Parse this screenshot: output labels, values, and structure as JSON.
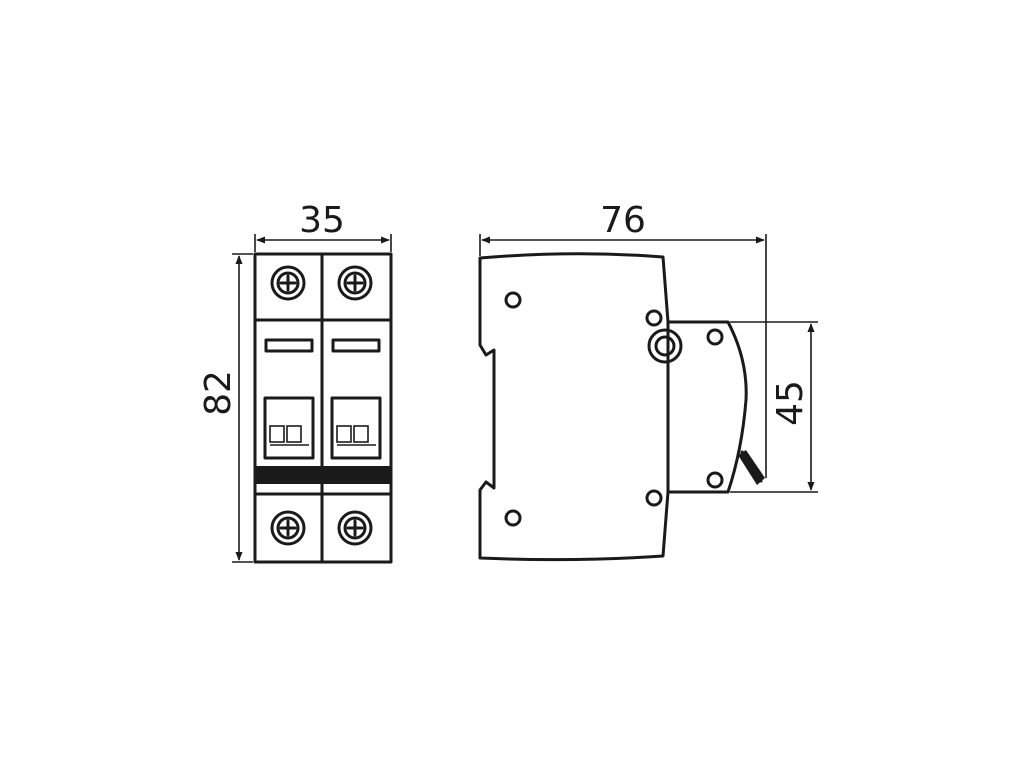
{
  "colors": {
    "line": "#1a1a1a",
    "background": "#ffffff"
  },
  "front_view": {
    "width_label": "35",
    "height_label": "82"
  },
  "side_view": {
    "depth_label": "76",
    "front_height_label": "45"
  }
}
